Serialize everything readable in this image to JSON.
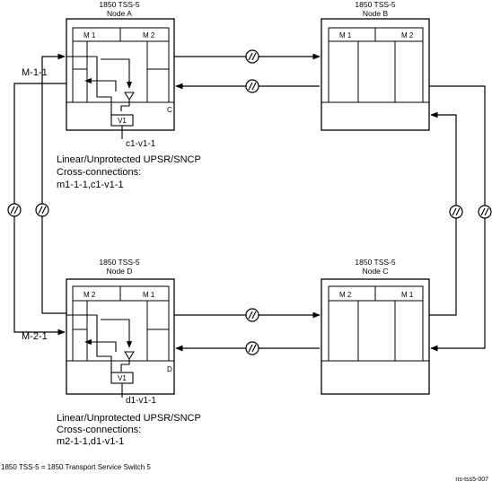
{
  "nodes": {
    "a": {
      "model": "1850 TSS-5",
      "name": "Node A",
      "card_left": "M 1",
      "card_right": "M 2",
      "slot": "C",
      "vc": "V1"
    },
    "b": {
      "model": "1850 TSS-5",
      "name": "Node B",
      "card_left": "M 1",
      "card_right": "M 2"
    },
    "c": {
      "model": "1850 TSS-5",
      "name": "Node C",
      "card_left": "M 2",
      "card_right": "M 1"
    },
    "d": {
      "model": "1850 TSS-5",
      "name": "Node D",
      "card_left": "M 2",
      "card_right": "M 1",
      "slot": "D",
      "vc": "V1"
    }
  },
  "ports": {
    "a_drop": "c1-v1-1",
    "d_drop": "d1-v1-1",
    "line_a": "M-1-1",
    "line_d": "M-2-1"
  },
  "notes": {
    "a_line1": "Linear/Unprotected UPSR/SNCP",
    "a_line2": "Cross-connections:",
    "a_line3": "m1-1-1,c1-v1-1",
    "d_line1": "Linear/Unprotected UPSR/SNCP",
    "d_line2": "Cross-connections:",
    "d_line3": "m2-1-1,d1-v1-1"
  },
  "footer": {
    "legend": "1850 TSS-5 = 1850 Transport Service Switch 5",
    "figure_id": "ns-tss5-007"
  }
}
